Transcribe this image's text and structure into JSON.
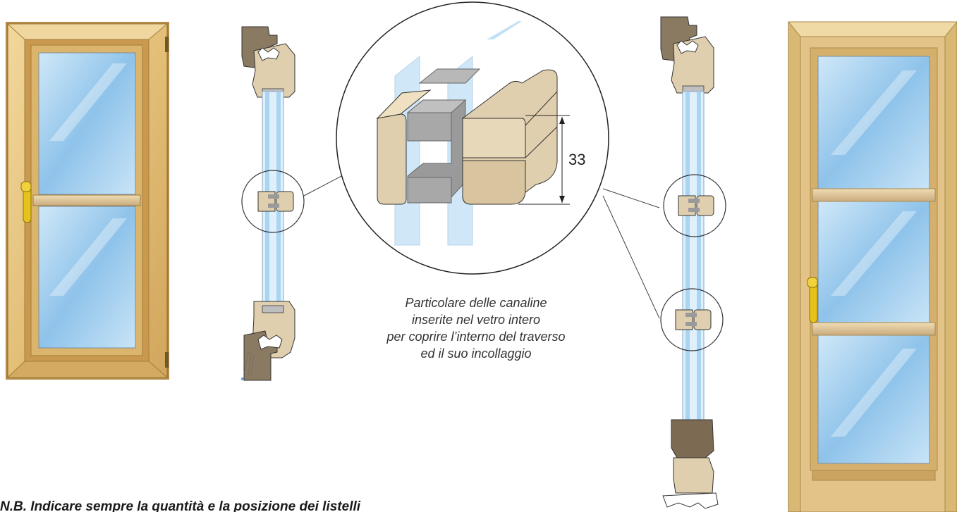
{
  "dimension_label": "33",
  "caption_lines": [
    "Particolare delle canaline",
    "inserite nel vetro intero",
    "per coprire l’interno del traverso",
    "ed il suo incollaggio"
  ],
  "footer_note": "N.B. Indicare sempre la quantità e la posizione dei listelli",
  "colors": {
    "wood": "#e8c98a",
    "wood_dark": "#c99a4e",
    "wood_edge": "#8a6a32",
    "glass": "#a9d4f2",
    "glass_light": "#dff0fb",
    "profile_light": "#e0cfae",
    "profile_dark": "#8b7a62",
    "gray_channel": "#9a9a9a",
    "line": "#444444"
  }
}
